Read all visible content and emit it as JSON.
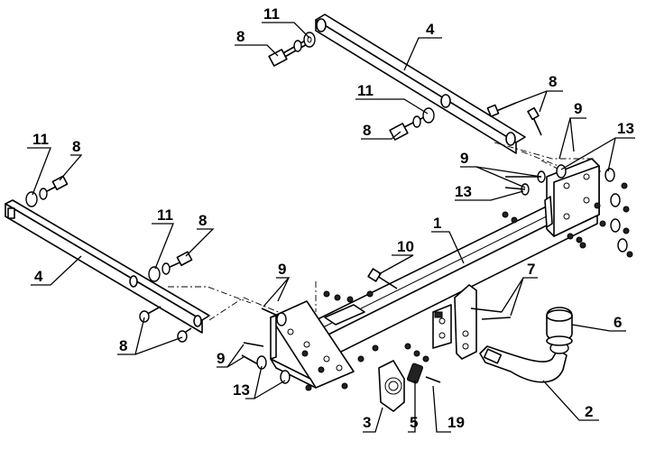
{
  "callouts": {
    "c1": "1",
    "c2": "2",
    "c3": "3",
    "c4_top": "4",
    "c4_left": "4",
    "c5": "5",
    "c6": "6",
    "c7": "7",
    "c8_top_a": "8",
    "c8_top_b": "8",
    "c8_top_c": "8",
    "c8_left_a": "8",
    "c8_left_b": "8",
    "c8_left_c": "8",
    "c9_right_a": "9",
    "c9_right_b": "9",
    "c9_left_a": "9",
    "c9_left_b": "9",
    "c10": "10",
    "c11_top_a": "11",
    "c11_top_b": "11",
    "c11_left_a": "11",
    "c11_left_b": "11",
    "c13_right_a": "13",
    "c13_right_b": "13",
    "c13_left": "13",
    "c19": "19"
  }
}
